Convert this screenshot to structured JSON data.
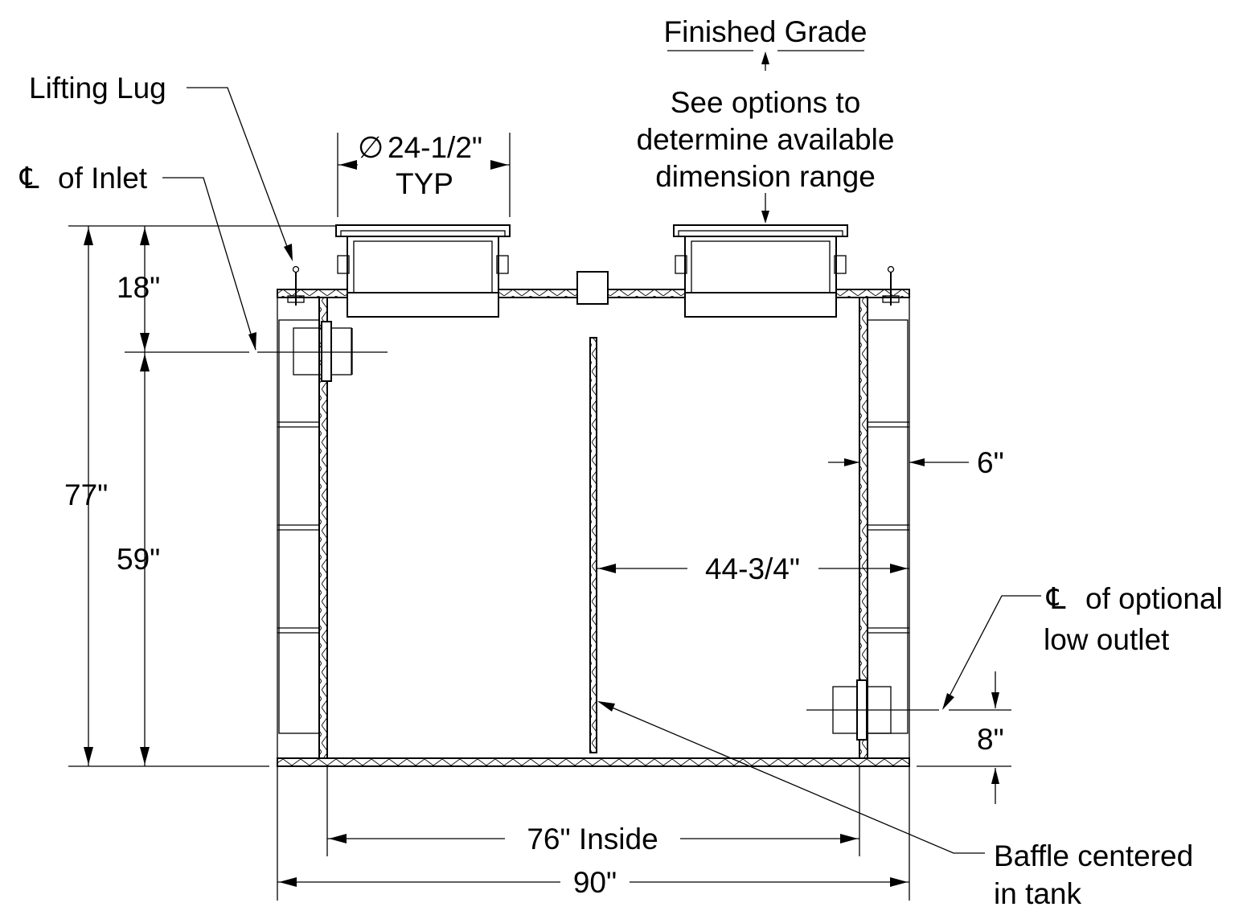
{
  "labels": {
    "finished_grade": "Finished Grade",
    "options_line1": "See options to",
    "options_line2": "determine available",
    "options_line3": "dimension range",
    "lifting_lug": "Lifting Lug",
    "cl_inlet": "of Inlet",
    "cl_symbol": "℄",
    "cover_dia_symbol": "∅",
    "cover_dia": "24-1/2\"",
    "cover_typ": "TYP",
    "cl_outlet_line1": "of optional",
    "cl_outlet_line2": "low outlet",
    "baffle_line1": "Baffle centered",
    "baffle_line2": "in tank"
  },
  "dimensions": {
    "total_height": "77\"",
    "top_to_inlet": "18\"",
    "inlet_to_bottom": "59\"",
    "wall_thickness": "6\"",
    "baffle_to_wall": "44-3/4\"",
    "outlet_height": "8\"",
    "inside_width": "76\" Inside",
    "outside_width": "90\""
  },
  "colors": {
    "line": "#000000",
    "background": "#ffffff"
  }
}
